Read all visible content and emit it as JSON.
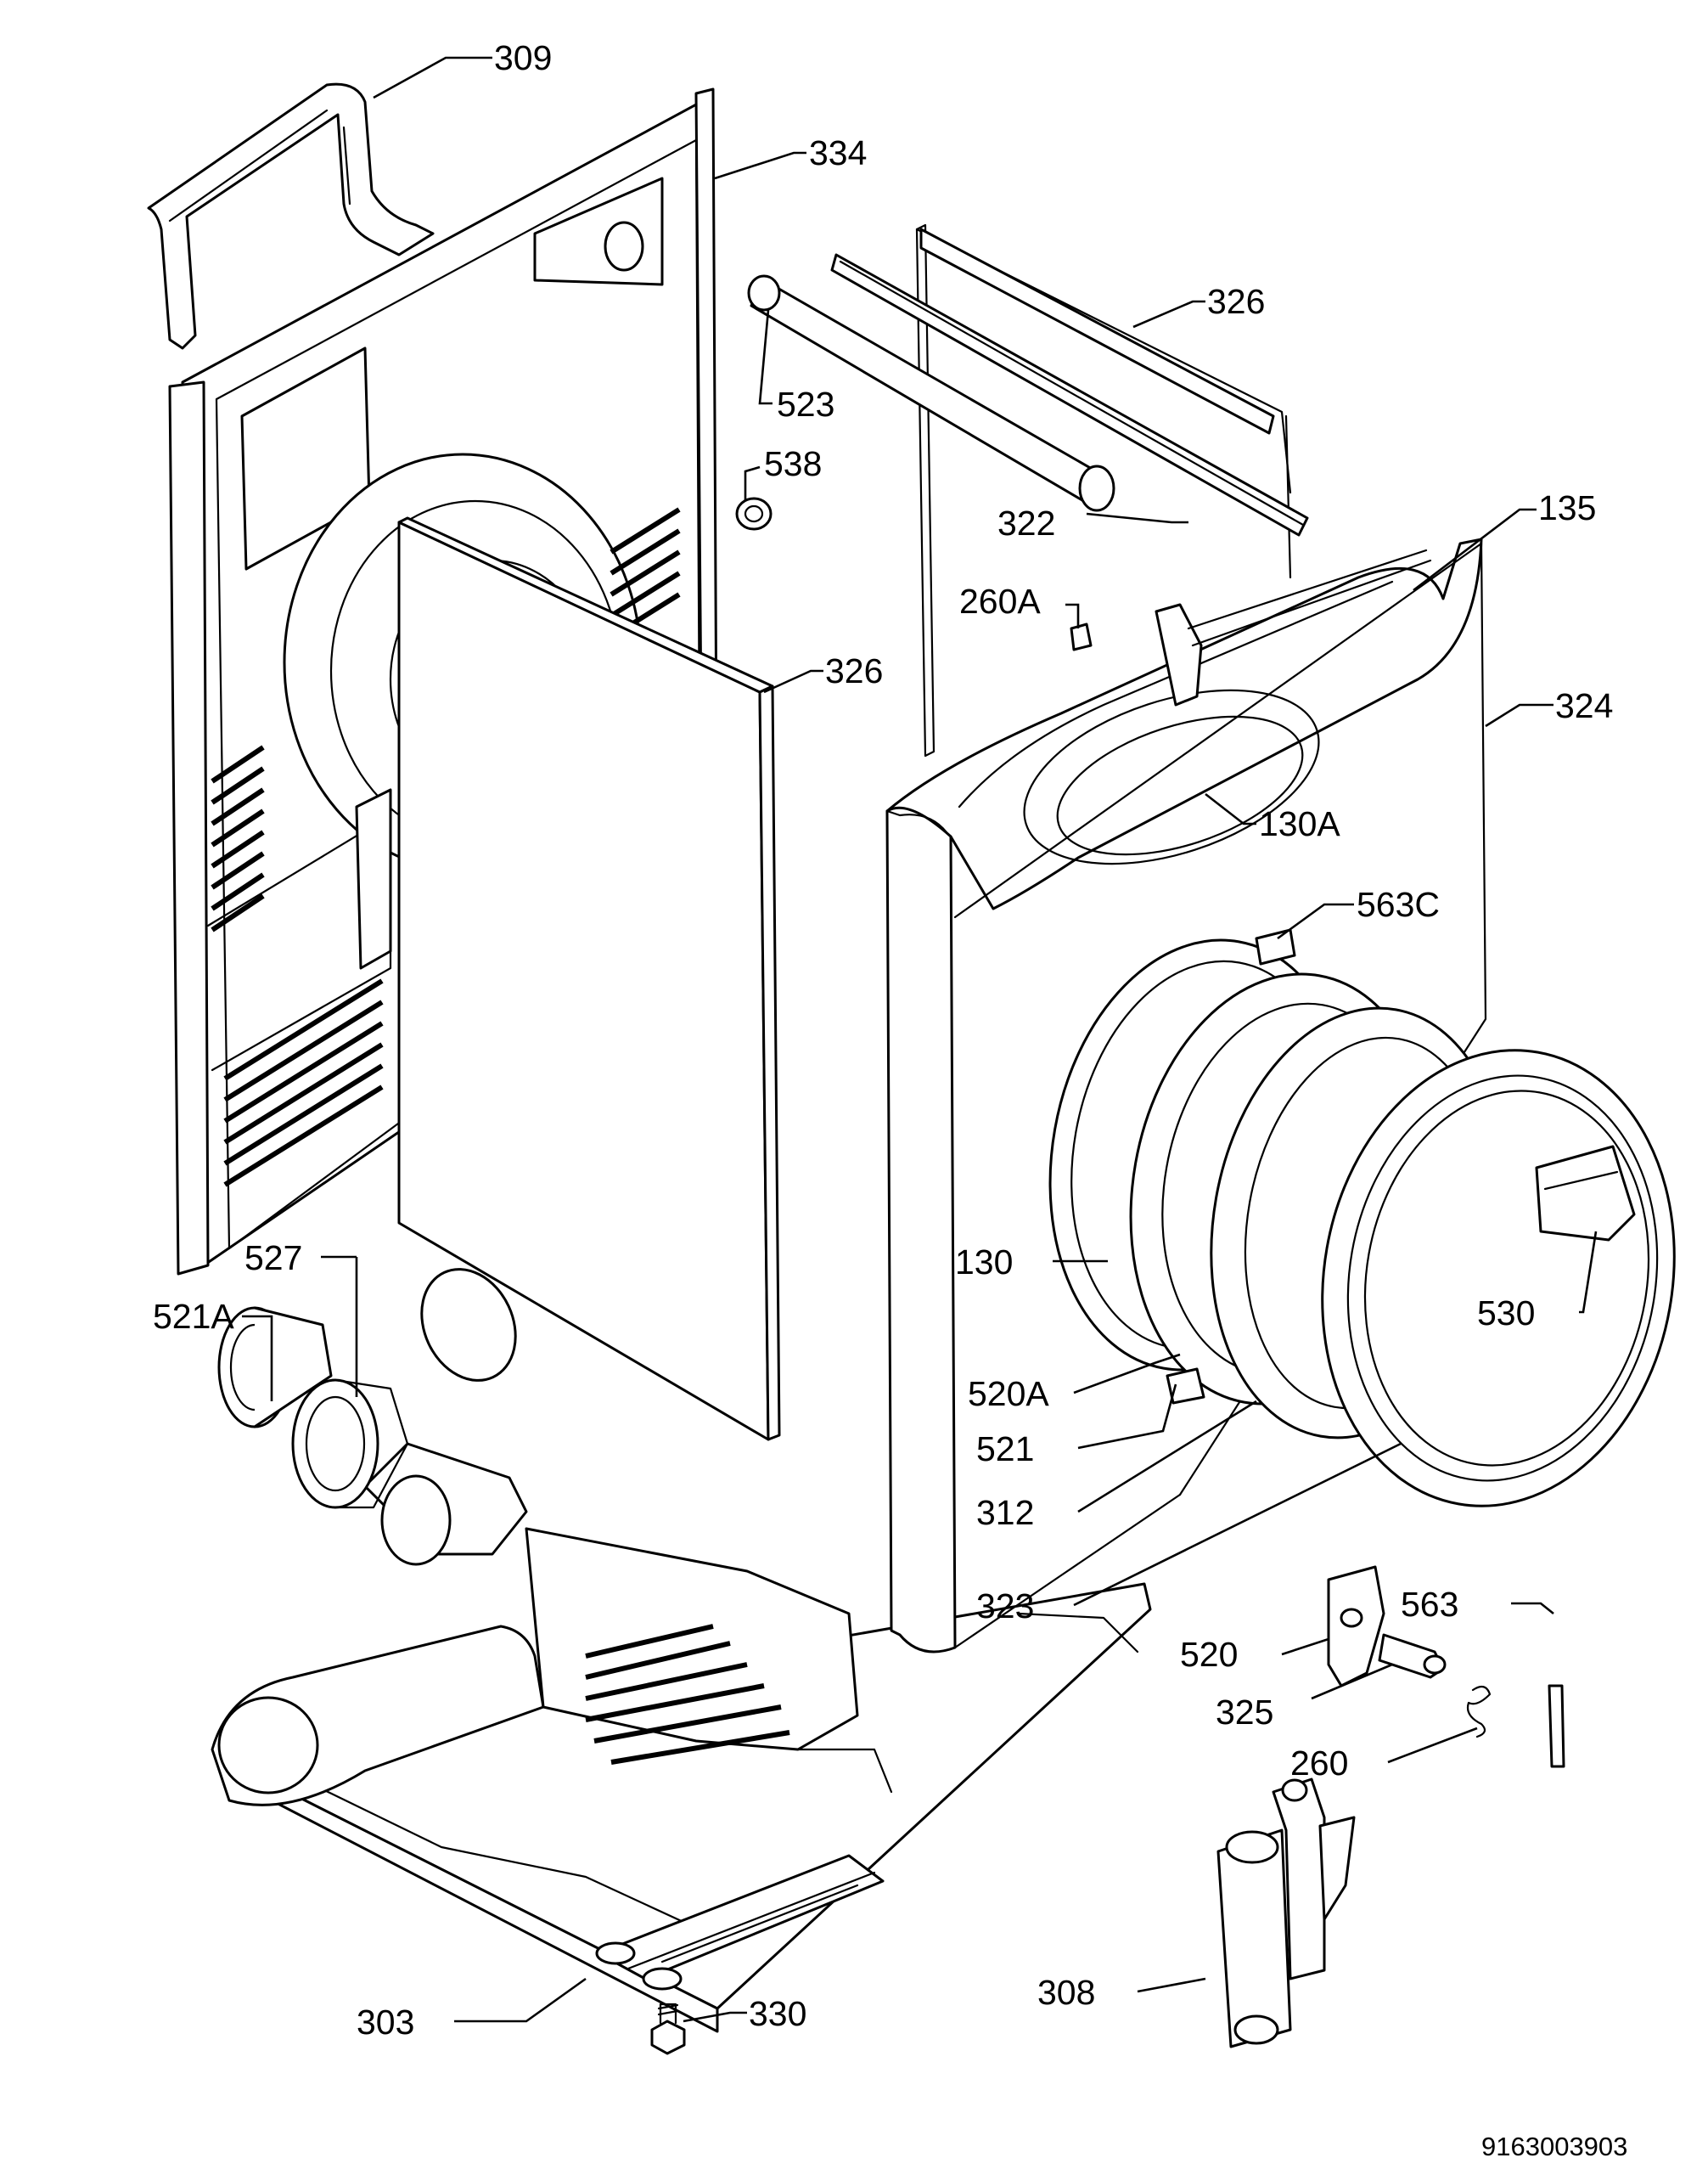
{
  "diagram": {
    "drawing_number": "9163003903",
    "callouts": [
      {
        "id": "309",
        "text": "309"
      },
      {
        "id": "334",
        "text": "334"
      },
      {
        "id": "326-top",
        "text": "326"
      },
      {
        "id": "523",
        "text": "523"
      },
      {
        "id": "538",
        "text": "538"
      },
      {
        "id": "322",
        "text": "322"
      },
      {
        "id": "135",
        "text": "135"
      },
      {
        "id": "260A",
        "text": "260A"
      },
      {
        "id": "326-mid",
        "text": "326"
      },
      {
        "id": "324",
        "text": "324"
      },
      {
        "id": "130A",
        "text": "130A"
      },
      {
        "id": "563C",
        "text": "563C"
      },
      {
        "id": "527",
        "text": "527"
      },
      {
        "id": "521A",
        "text": "521A"
      },
      {
        "id": "130",
        "text": "130"
      },
      {
        "id": "530",
        "text": "530"
      },
      {
        "id": "520A",
        "text": "520A"
      },
      {
        "id": "521",
        "text": "521"
      },
      {
        "id": "312",
        "text": "312"
      },
      {
        "id": "323",
        "text": "323"
      },
      {
        "id": "563",
        "text": "563"
      },
      {
        "id": "520",
        "text": "520"
      },
      {
        "id": "325",
        "text": "325"
      },
      {
        "id": "260",
        "text": "260"
      },
      {
        "id": "308",
        "text": "308"
      },
      {
        "id": "303",
        "text": "303"
      },
      {
        "id": "330",
        "text": "330"
      }
    ]
  }
}
